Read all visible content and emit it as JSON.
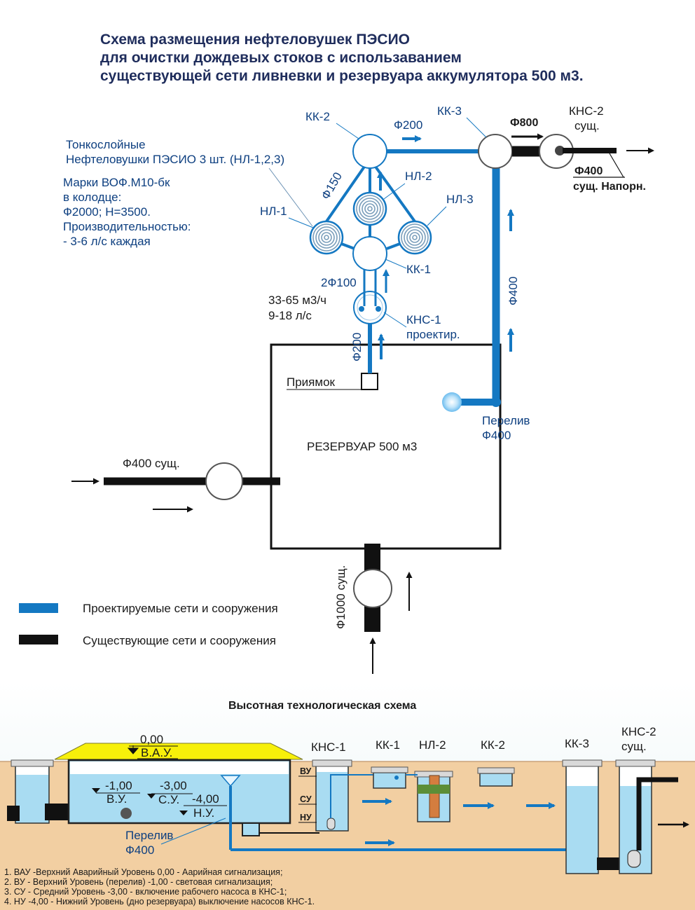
{
  "title": {
    "line1": "Схема размещения нефтеловушек ПЭСИО",
    "line2": "для очистки дождевых стоков с использаванием",
    "line3": "существующей сети ливневки и резервуара аккумулятора 500 м3."
  },
  "plan": {
    "kk2": "КК-2",
    "kk3": "КК-3",
    "kns2_line1": "КНС-2",
    "kns2_line2": "сущ.",
    "d200_top": "Ф200",
    "d800": "Ф800",
    "d400_pressure": "Ф400",
    "existing_pressure": "сущ. Напорн.",
    "separators_line1": "Тонкослойные",
    "separators_line2": "Нефтеловушки ПЭСИО 3 шт. (НЛ-1,2,3)",
    "d150": "Ф150",
    "nl2": "НЛ-2",
    "nl3": "НЛ-3",
    "nl1": "НЛ-1",
    "brand_line1": "Марки ВОФ.М10-бк",
    "brand_line2": "в колодце:",
    "brand_line3": "Ф2000; Н=3500.",
    "brand_line4": "Производительностью:",
    "brand_line5": "- 3-6 л/с каждая",
    "kk1": "КК-1",
    "d2x100": "2Ф100",
    "flow_line1": "33-65 м3/ч",
    "flow_line2": "9-18 л/с",
    "kns1_line1": "КНС-1",
    "kns1_line2": "проектир.",
    "d200_vertical": "Ф200",
    "d400_vertical": "Ф400",
    "sump": "Приямок",
    "overflow_line1": "Перелив",
    "overflow_line2": "Ф400",
    "reservoir": "РЕЗЕРВУАР 500 м3",
    "inlet": "Ф400 сущ.",
    "d1000": "Ф1000 сущ."
  },
  "legend": {
    "designed": "Проектируемые сети и сооружения",
    "existing": "Существующие сети и сооружения"
  },
  "section": {
    "title": "Высотная технологическая схема",
    "level_000": "0,00",
    "vau": "В.А.У.",
    "level_100": "-1,00",
    "vu": "В.У.",
    "level_300": "-3,00",
    "su": "С.У.",
    "level_400": "-4,00",
    "nu": "Н.У.",
    "kns1": "КНС-1",
    "kk1": "КК-1",
    "nl2": "НЛ-2",
    "kk2": "КК-2",
    "kk3": "КК-3",
    "kns2_line1": "КНС-2",
    "kns2_line2": "сущ.",
    "tag_vu": "ВУ",
    "tag_su": "СУ",
    "tag_nu": "НУ",
    "overflow_line1": "Перелив",
    "overflow_line2": "Ф400"
  },
  "notes": [
    "1. ВАУ -Верхний Аварийный Уровень 0,00 - Аарийная сигнализация;",
    "2. ВУ - Верхний Уровень (перелив) -1,00 - световая сигнализация;",
    "3. СУ - Средний Уровень -3,00 - включение рабочего насоса  в КНС-1;",
    "4. НУ -4,00 - Нижний Уровень (дно резервуара) выключение насосов КНС-1."
  ],
  "colors": {
    "designed_pipe": "#1478c2",
    "existing_pipe": "#111111",
    "ground": "#f2cfa2",
    "water": "#a9dcf2",
    "embankment": "#f7f00a"
  },
  "icons": [
    "arrow-right-icon",
    "arrow-up-icon",
    "oil-separator-icon",
    "manhole-icon",
    "pump-icon"
  ]
}
